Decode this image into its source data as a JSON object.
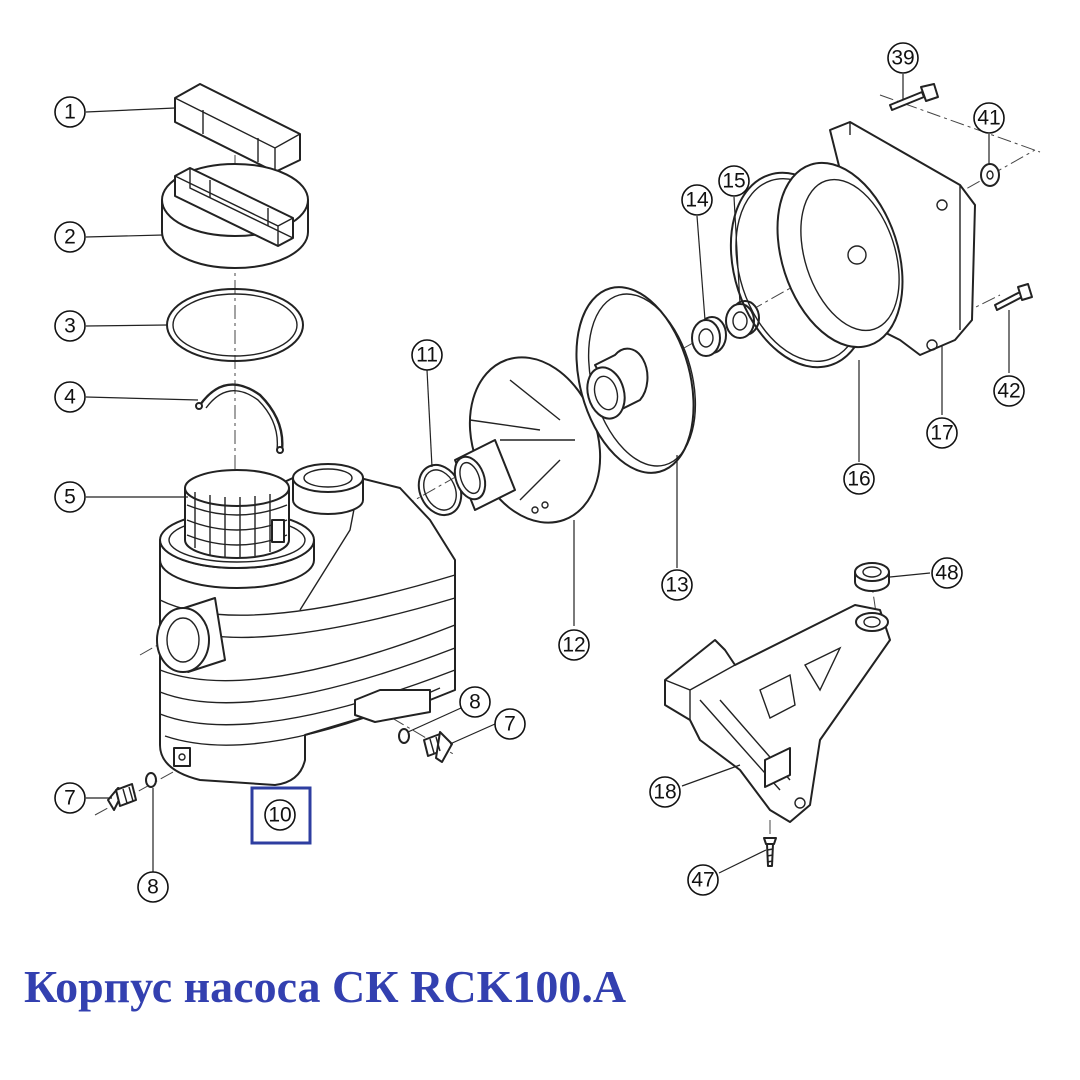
{
  "caption": "Корпус насоса СК RCK100.A",
  "highlight_color": "#2e3ea0",
  "caption_color": "#3340b0",
  "callouts": {
    "c1": "1",
    "c2": "2",
    "c3": "3",
    "c4": "4",
    "c5": "5",
    "c7a": "7",
    "c8a": "8",
    "c10": "10",
    "c8b": "8",
    "c7b": "7",
    "c11": "11",
    "c12": "12",
    "c13": "13",
    "c14": "14",
    "c15": "15",
    "c16": "16",
    "c17": "17",
    "c39": "39",
    "c41": "41",
    "c42": "42",
    "c48": "48",
    "c18": "18",
    "c47": "47"
  },
  "highlighted_callout": "10"
}
